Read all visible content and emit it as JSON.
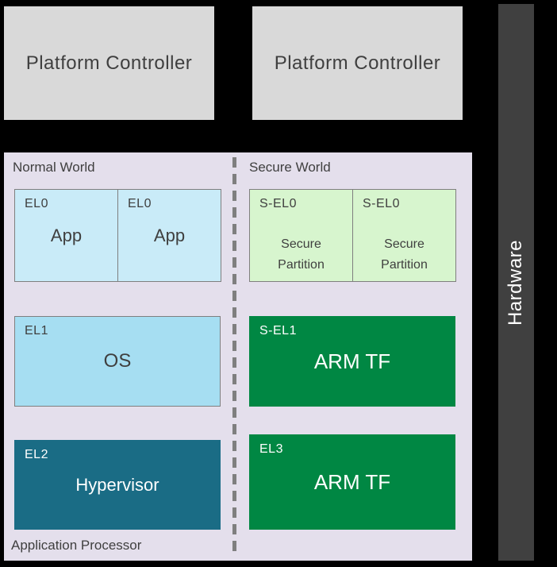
{
  "diagram": {
    "platform_controller_left": "Platform Controller",
    "platform_controller_right": "Platform Controller",
    "hardware_label": "Hardware",
    "normal_world": {
      "title": "Normal World",
      "footer": "Application Processor",
      "el0": [
        {
          "level": "EL0",
          "name": "App"
        },
        {
          "level": "EL0",
          "name": "App"
        }
      ],
      "el1": {
        "level": "EL1",
        "name": "OS"
      },
      "el2": {
        "level": "EL2",
        "name": "Hypervisor"
      }
    },
    "secure_world": {
      "title": "Secure World",
      "sel0": [
        {
          "level": "S-EL0",
          "name": "Secure Partition"
        },
        {
          "level": "S-EL0",
          "name": "Secure Partition"
        }
      ],
      "sel1": {
        "level": "S-EL1",
        "name": "ARM TF"
      },
      "el3": {
        "level": "EL3",
        "name": "ARM TF"
      }
    },
    "colors": {
      "background": "#000000",
      "panel": "#e4dfec",
      "controller_fill": "#d9d9d9",
      "hardware_bar": "#404040",
      "el0_fill": "#c9ebf8",
      "el1_fill": "#a6def2",
      "el2_fill": "#1a6c85",
      "sel0_fill": "#d7f5ce",
      "secure_green": "#008743",
      "divider": "#7f7f7f",
      "text_dark": "#3f3f3f",
      "text_light": "#ffffff"
    }
  }
}
